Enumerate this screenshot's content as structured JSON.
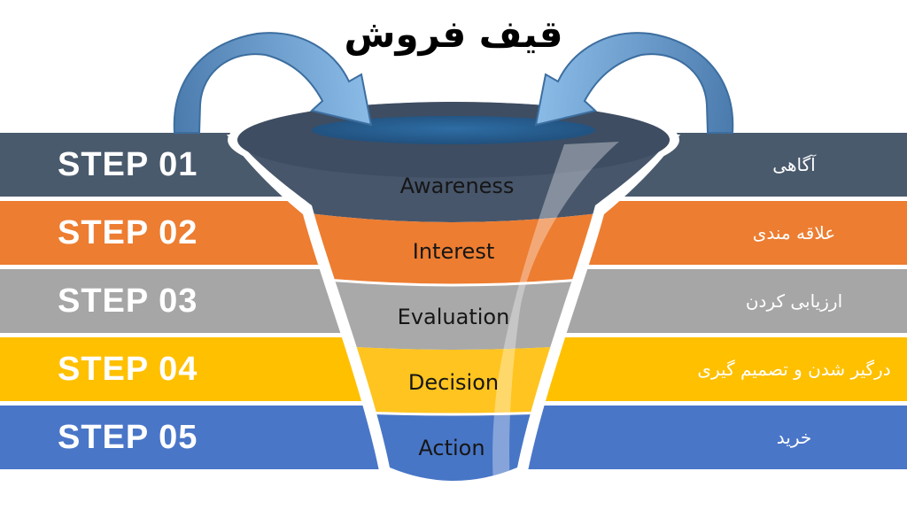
{
  "title": "قیف فروش",
  "steps": [
    {
      "step_label": "STEP 01",
      "stage": "Awareness",
      "persian": "آگاهی",
      "band_color": "#4A5A6D",
      "funnel_color": "#47566B"
    },
    {
      "step_label": "STEP 02",
      "stage": "Interest",
      "persian": "علاقه مندی",
      "band_color": "#ED7D31",
      "funnel_color": "#ED7D31"
    },
    {
      "step_label": "STEP 03",
      "stage": "Evaluation",
      "persian": "ارزیابی کردن",
      "band_color": "#A6A6A6",
      "funnel_color": "#A9A9A9"
    },
    {
      "step_label": "STEP 04",
      "stage": "Decision",
      "persian": "درگیر شدن و تصمیم گیری",
      "band_color": "#FFC000",
      "funnel_color": "#FFC41F"
    },
    {
      "step_label": "STEP 05",
      "stage": "Action",
      "persian": "خرید",
      "band_color": "#4A76C8",
      "funnel_color": "#4876C6"
    }
  ],
  "funnel": {
    "rim_color": "#3E4D62",
    "opening_color_edge": "#1C4670",
    "opening_color_center": "#2E6DA4"
  },
  "arrows": {
    "fill_from": "#4C7CAE",
    "fill_to": "#8ABAE6",
    "outline": "#3C6E9F"
  }
}
